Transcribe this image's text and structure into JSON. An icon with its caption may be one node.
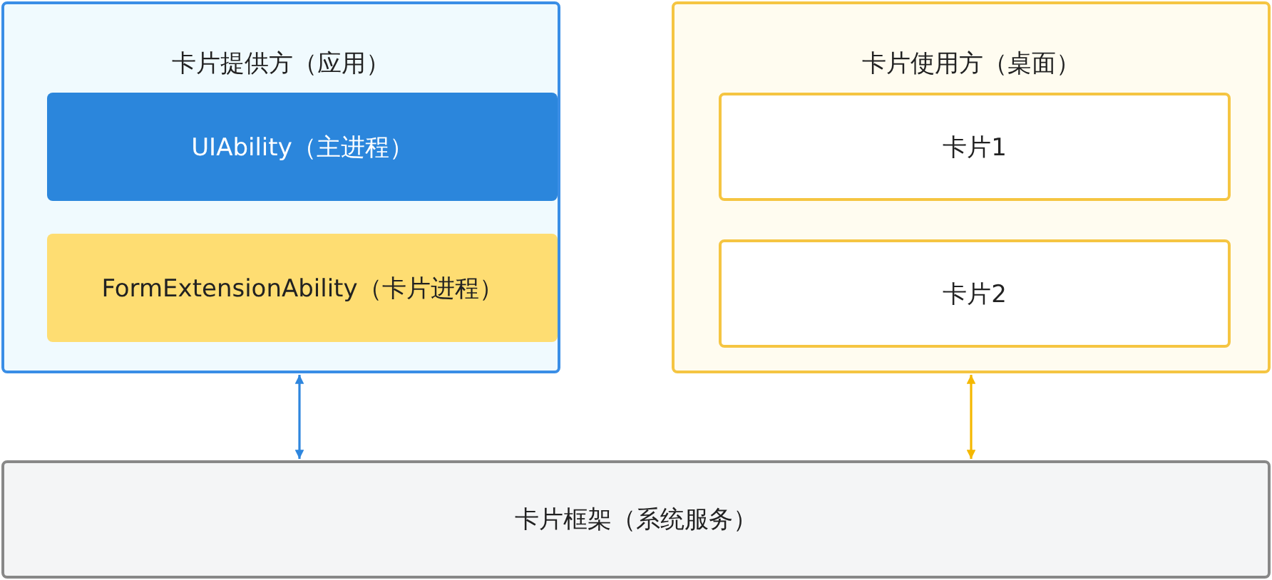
{
  "diagram": {
    "nodes": [
      {
        "text": [
          "卡片提供方（应用）"
        ]
      },
      {
        "text": [
          "UIAbility（主进程）"
        ],
        "in": 0
      },
      {
        "text": [
          "FormExtensionAbility（卡片进程）"
        ],
        "in": 0
      },
      {
        "text": [
          "卡片使用方（桌面）"
        ]
      },
      {
        "text": [
          "卡片1"
        ],
        "in": 3
      },
      {
        "text": [
          "卡片2"
        ],
        "in": 3
      },
      {
        "text": [
          "卡片框架（系统服务）"
        ]
      }
    ],
    "edges": [
      {
        "from": 0,
        "to": 6,
        "arrow": "both",
        "color": "#2e86de"
      },
      {
        "from": 3,
        "to": 6,
        "arrow": "both",
        "color": "#f5b800"
      }
    ]
  }
}
